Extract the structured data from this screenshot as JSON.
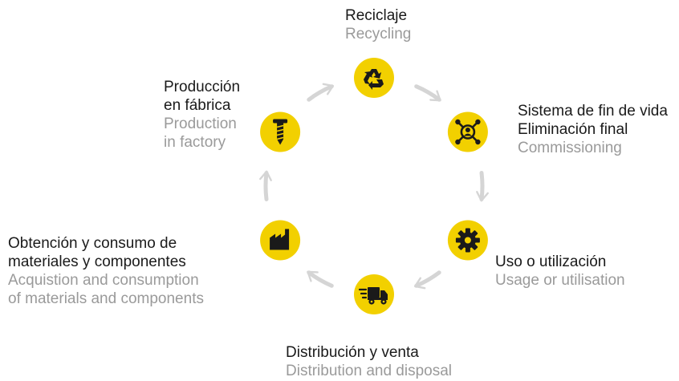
{
  "colors": {
    "node_fill": "#f2d000",
    "node_ring": "#ffffff",
    "icon": "#1a1a1a",
    "arrow": "#d5d5d5",
    "text_primary": "#1a1a1a",
    "text_secondary": "#9a9a9a"
  },
  "stages": [
    {
      "id": "recycling",
      "icon": "recycle-icon",
      "es": [
        "Reciclaje"
      ],
      "en": [
        "Recycling"
      ]
    },
    {
      "id": "end-of-life",
      "icon": "network-hub-icon",
      "es": [
        "Sistema de fin de vida",
        "Eliminación final"
      ],
      "en": [
        "Commissioning"
      ]
    },
    {
      "id": "usage",
      "icon": "gear-icon",
      "es": [
        "Uso o utilización"
      ],
      "en": [
        "Usage or utilisation"
      ]
    },
    {
      "id": "distribution",
      "icon": "truck-icon",
      "es": [
        "Distribución y venta"
      ],
      "en": [
        "Distribution and disposal"
      ]
    },
    {
      "id": "materials",
      "icon": "factory-icon",
      "es": [
        "Obtención y consumo de",
        "materiales y componentes"
      ],
      "en": [
        "Acquistion and consumption",
        "of materials and components"
      ]
    },
    {
      "id": "production",
      "icon": "screw-icon",
      "es": [
        "Producción",
        "en fábrica"
      ],
      "en": [
        "Production",
        "in factory"
      ]
    }
  ]
}
